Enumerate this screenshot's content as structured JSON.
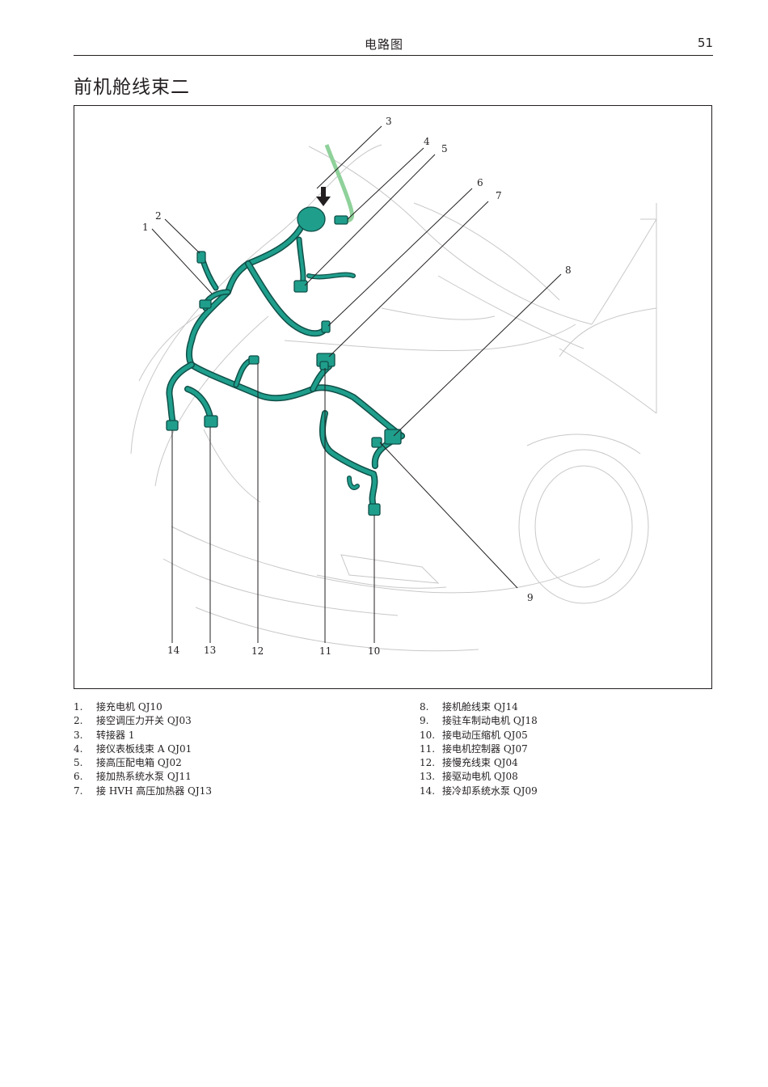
{
  "header": {
    "title": "电路图",
    "page_number": "51"
  },
  "section_title": "前机舱线束二",
  "callouts": [
    "1",
    "2",
    "3",
    "4",
    "5",
    "6",
    "7",
    "8",
    "9",
    "10",
    "11",
    "12",
    "13",
    "14"
  ],
  "legend_left": [
    {
      "num": "1.",
      "text": "接充电机 QJ10"
    },
    {
      "num": "2.",
      "text": "接空调压力开关 QJ03"
    },
    {
      "num": "3.",
      "text": "转接器 1"
    },
    {
      "num": "4.",
      "text": "接仪表板线束 A QJ01"
    },
    {
      "num": "5.",
      "text": "接高压配电箱 QJ02"
    },
    {
      "num": "6.",
      "text": "接加热系统水泵 QJ11"
    },
    {
      "num": "7.",
      "text": "接 HVH 高压加热器 QJ13"
    }
  ],
  "legend_right": [
    {
      "num": "8.",
      "text": "接机舱线束 QJ14"
    },
    {
      "num": "9.",
      "text": "接驻车制动电机 QJ18"
    },
    {
      "num": "10.",
      "text": "接电动压缩机 QJ05"
    },
    {
      "num": "11.",
      "text": "接电机控制器 QJ07"
    },
    {
      "num": "12.",
      "text": "接慢充线束 QJ04"
    },
    {
      "num": "13.",
      "text": "接驱动电机 QJ08"
    },
    {
      "num": "14.",
      "text": "接冷却系统水泵 QJ09"
    }
  ],
  "colors": {
    "harness": "#1f9e8c",
    "harness_outline": "#0f4f47",
    "adapter_cable": "#8fd19a",
    "car_outline": "#c8c8c8"
  }
}
